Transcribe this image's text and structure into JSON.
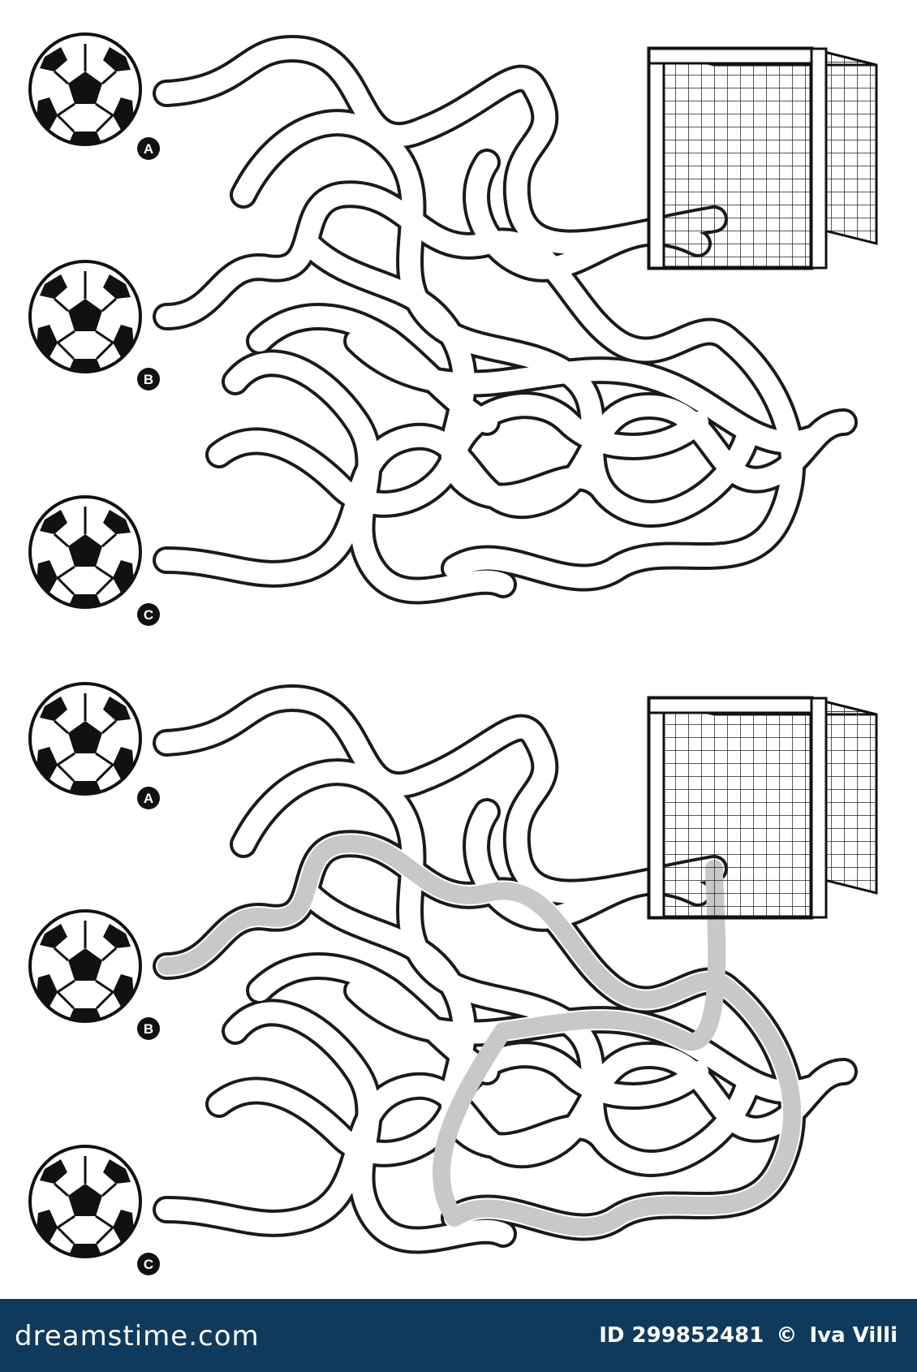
{
  "maze_puzzle": {
    "start_labels": [
      "A",
      "B",
      "C"
    ],
    "solution_start": "B"
  },
  "footer": {
    "brand": "dreamstime.com",
    "id_text": "ID 299852481",
    "copyright_symbol": "©",
    "author": "Iva Villi"
  },
  "colors": {
    "footer_bg": "#0f3a5c",
    "path_outline": "#1a1a1a",
    "solution_fill": "#c8c8c8"
  },
  "icons": [
    "soccer-ball-icon",
    "goal-net-icon"
  ]
}
